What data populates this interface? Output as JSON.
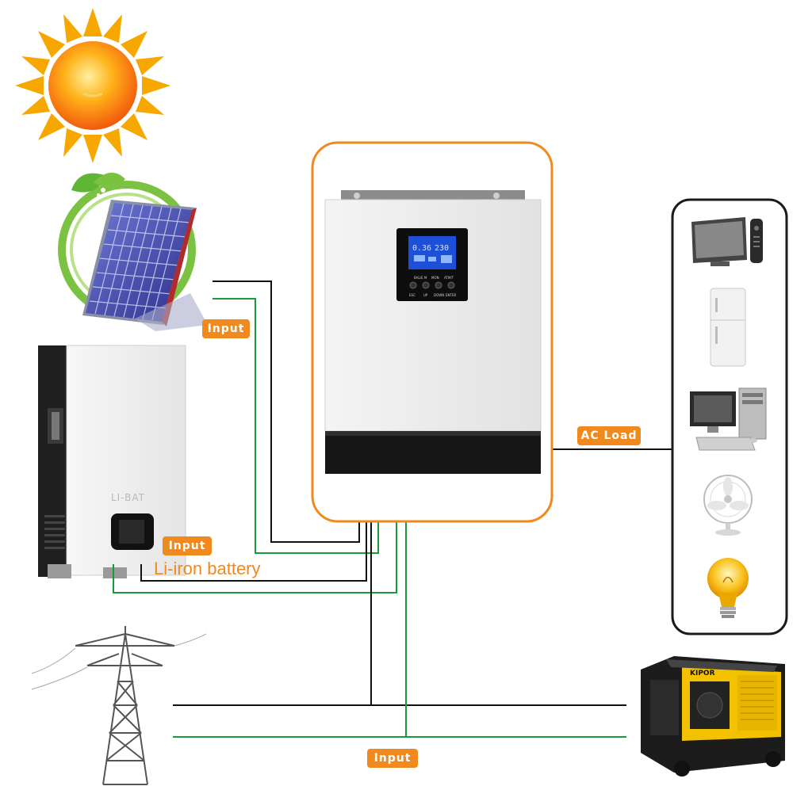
{
  "labels": {
    "solar_input": "Input",
    "battery_input": "Input",
    "battery_caption": "Li-iron battery",
    "battery_brand": "LI-BAT",
    "ac_load": "AC Load",
    "grid_input": "Input",
    "generator_brand": "KIPOR"
  },
  "inverter_panel": {
    "lcd_reading_left": "0.36",
    "lcd_reading_right": "230",
    "button_labels_top": [
      "BAL/E M",
      "MON",
      "ATM/T"
    ],
    "button_labels_bottom": [
      "ESC",
      "UP",
      "DOWN",
      "ENTER"
    ]
  },
  "loads": [
    "tv",
    "refrigerator",
    "computer",
    "fan",
    "light-bulb"
  ],
  "colors": {
    "accent_orange": "#f08a1e",
    "wire_black": "#111111",
    "wire_green": "#1a9a3a",
    "lcd_blue": "#1e4fd8"
  }
}
